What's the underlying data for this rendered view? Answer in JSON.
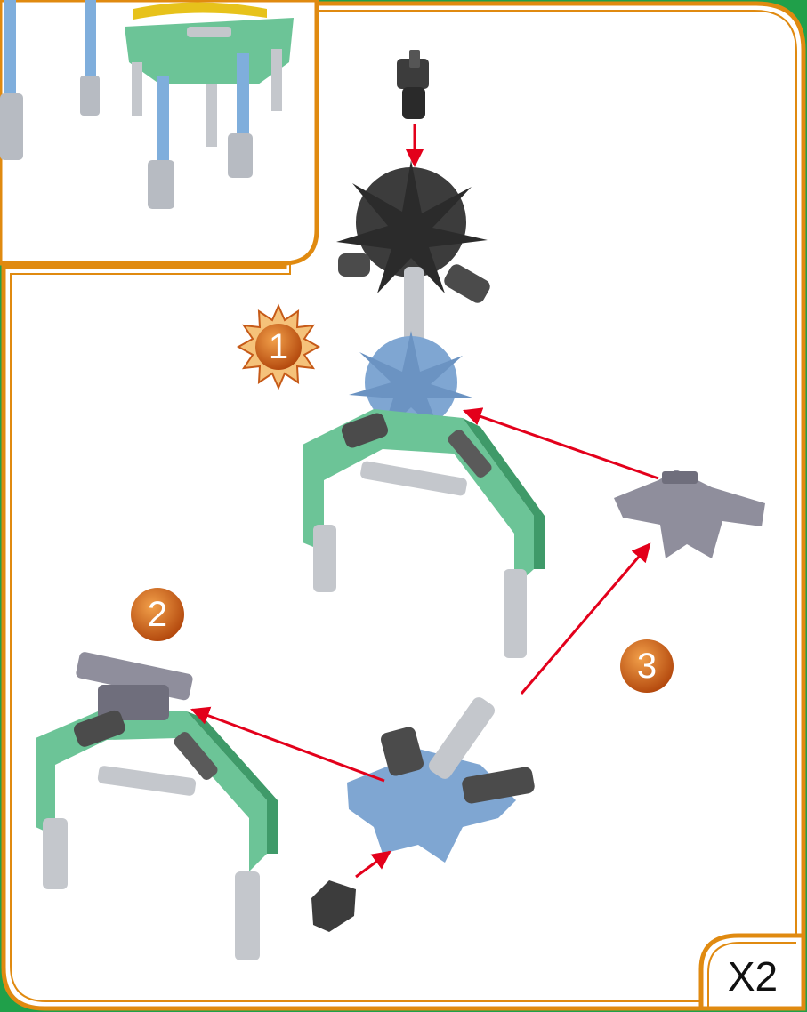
{
  "steps": [
    {
      "number": "1",
      "highlighted": true
    },
    {
      "number": "2",
      "highlighted": false
    },
    {
      "number": "3",
      "highlighted": false
    }
  ],
  "multiplier": "X2",
  "colors": {
    "background_green": "#20a04a",
    "panel_border_orange": "#e08a10",
    "panel_fill": "#ffffff",
    "arrow_red": "#e3001b",
    "badge_orange": "#c65a18",
    "connector_blue": "#7fa6d2",
    "connector_dark": "#3c3c3c",
    "connector_gray": "#8f8e9c",
    "frame_green": "#6cc497",
    "rod_blue": "#7faedc",
    "rod_gray": "#c4c7cc"
  }
}
